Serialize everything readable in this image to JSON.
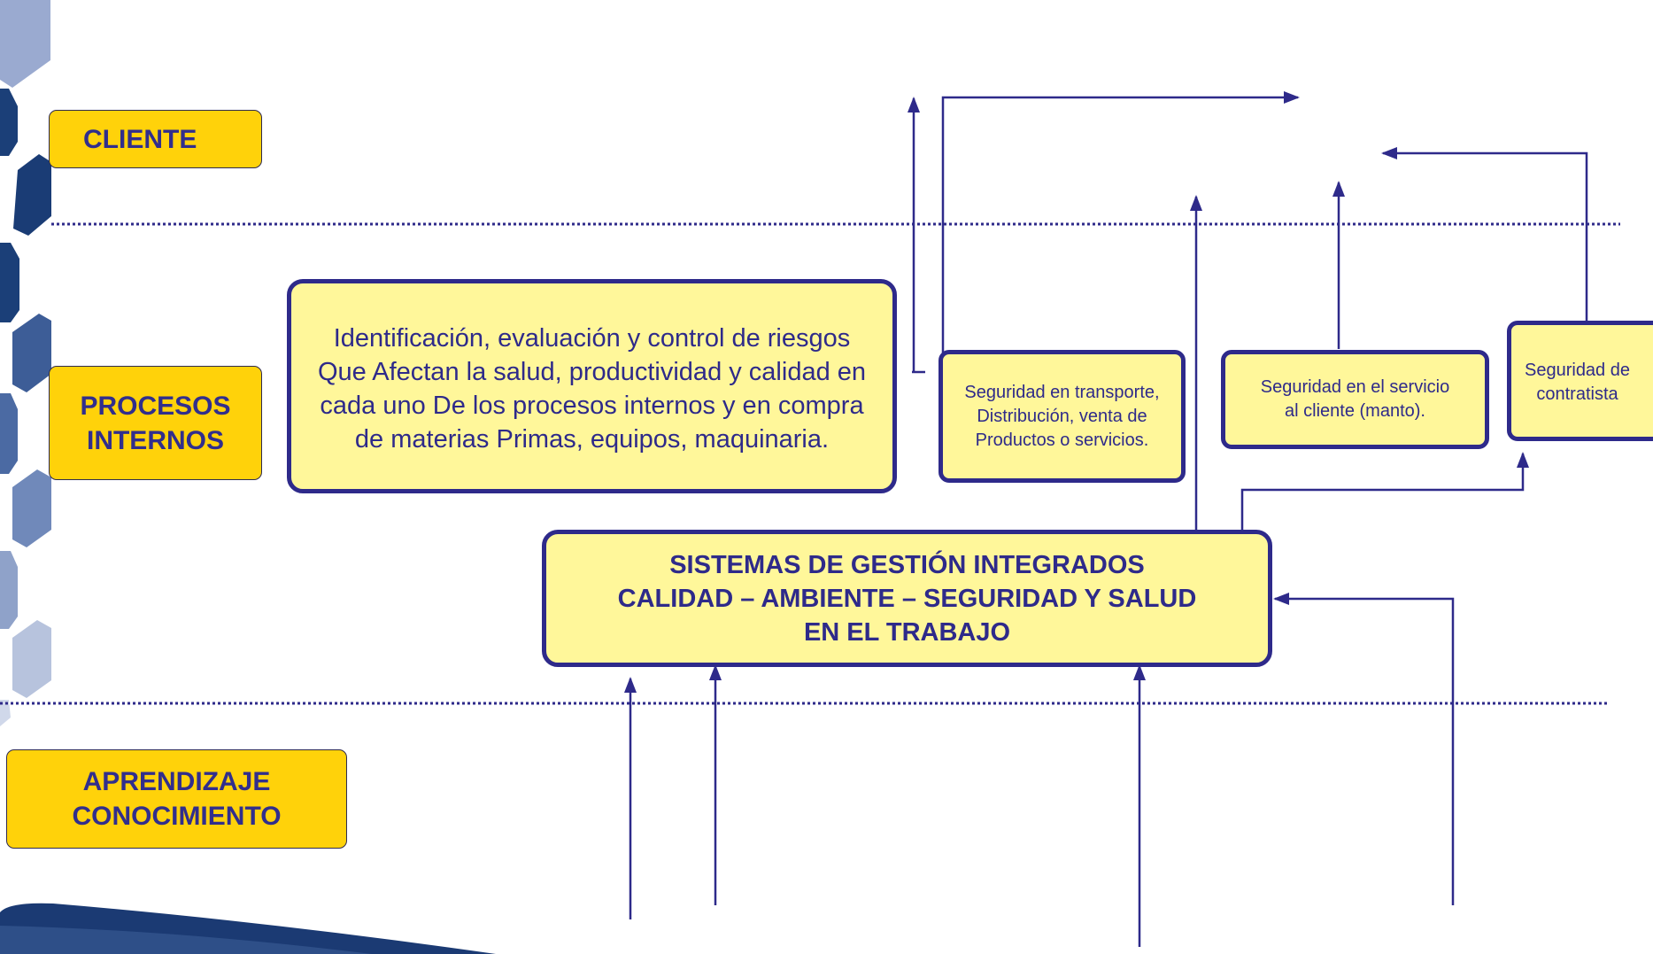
{
  "lanes": {
    "cliente": "CLIENTE",
    "procesos_internos": "PROCESOS\nINTERNOS",
    "aprendizaje": "APRENDIZAJE\nCONOCIMIENTO"
  },
  "nodes": {
    "riesgos": "Identificación, evaluación y control de riesgos\nQue Afectan la salud, productividad y calidad en\ncada uno De los procesos internos y en compra\nde materias Primas, equipos, maquinaria.",
    "transporte": "Seguridad en transporte,\nDistribución, venta de\nProductos o servicios.",
    "servicio_cliente": "Seguridad en el servicio\nal cliente (manto).",
    "contratista": "Seguridad de\ncontratista",
    "sistemas_gestion": "SISTEMAS DE GESTIÓN INTEGRADOS\nCALIDAD – AMBIENTE – SEGURIDAD Y SALUD\nEN EL TRABAJO"
  },
  "colors": {
    "lane_fill": "#ffd20a",
    "node_fill": "#fff79a",
    "stroke": "#2e2a8a",
    "text": "#312e8c",
    "hex_light": "#b7c3dd",
    "hex_mid": "#5d79ae",
    "hex_dark": "#1d3f7a"
  }
}
